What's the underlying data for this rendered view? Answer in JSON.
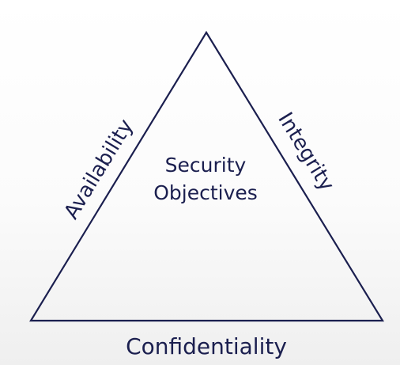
{
  "diagram": {
    "center_label_line1": "Security",
    "center_label_line2": "Objectives",
    "left_side_label": "Availability",
    "right_side_label": "Integrity",
    "bottom_label": "Confidentiality",
    "line_color": "#1b1f4f",
    "text_color": "#1b1f4f"
  }
}
